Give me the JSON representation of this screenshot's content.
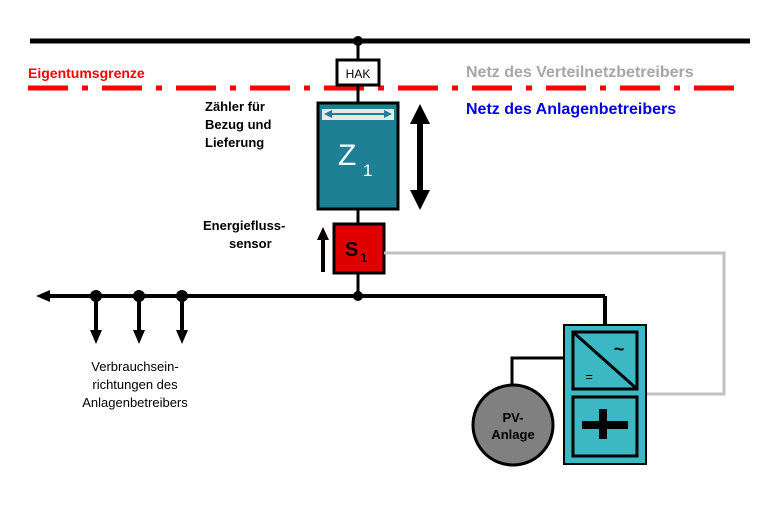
{
  "labels": {
    "eigentumsgrenze": "Eigentumsgrenze",
    "netz_verteil": "Netz des Verteilnetzbetreibers",
    "netz_anlagen": "Netz des Anlagenbetreibers",
    "hak": "HAK",
    "zaehler_line1": "Zähler für",
    "zaehler_line2": "Bezug und",
    "zaehler_line3": "Lieferung",
    "z_main": "Z",
    "z_sub": "1",
    "sensor_line1": "Energiefluss-",
    "sensor_line2": "sensor",
    "s_main": "S",
    "s_sub": "1",
    "verbrauch_line1": "Verbrauchsein-",
    "verbrauch_line2": "richtungen des",
    "verbrauch_line3": "Anlagenbetreibers",
    "pv_line1": "PV-",
    "pv_line2": "Anlage",
    "inverter_ac": "~",
    "inverter_dc": "=",
    "battery_symbol": "+"
  },
  "colors": {
    "boundary_red": "#ff0000",
    "distributor_gray": "#a6a6a6",
    "operator_blue": "#0000e0",
    "teal": "#1f7f95",
    "inverter_teal": "#3cb7c4",
    "sensor_red": "#e00000",
    "pv_gray": "#808080",
    "signal_gray": "#c0c0c0"
  }
}
